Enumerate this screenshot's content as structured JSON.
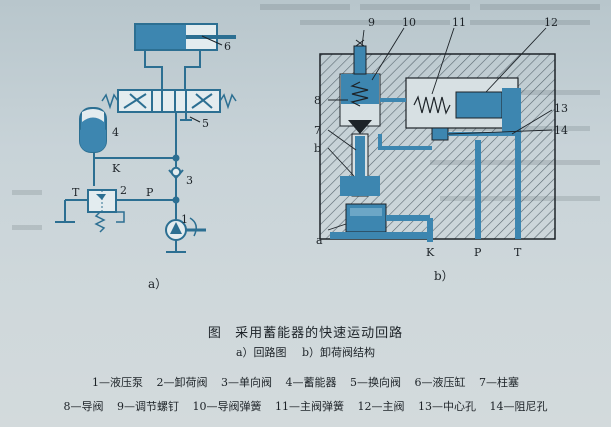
{
  "figure": {
    "title_prefix": "图",
    "title": "采用蓄能器的快速运动回路",
    "subtitle_a": "a）回路图",
    "subtitle_b": "b）卸荷阀结构"
  },
  "diagram_a": {
    "panel_label": "a）",
    "callouts": [
      "1",
      "2",
      "3",
      "4",
      "5",
      "6"
    ],
    "line_labels": [
      "K",
      "T",
      "P"
    ]
  },
  "diagram_b": {
    "panel_label": "b）",
    "callouts": [
      "9",
      "10",
      "11",
      "12",
      "8",
      "13",
      "7",
      "14",
      "b",
      "a"
    ],
    "port_labels": [
      "K",
      "P",
      "T"
    ]
  },
  "legend": [
    "1—液压泵",
    "2—卸荷阀",
    "3—单向阀",
    "4—蓄能器",
    "5—换向阀",
    "6—液压缸",
    "7—柱塞",
    "8—导阀",
    "9—调节螺钉",
    "10—导阀弹簧",
    "11—主阀弹簧",
    "12—主阀",
    "13—中心孔",
    "14—阻尼孔"
  ],
  "colors": {
    "line": "#2c6f92",
    "ink": "#1d2328",
    "fill": "#3d86b0",
    "hatch": "#5a6870"
  }
}
